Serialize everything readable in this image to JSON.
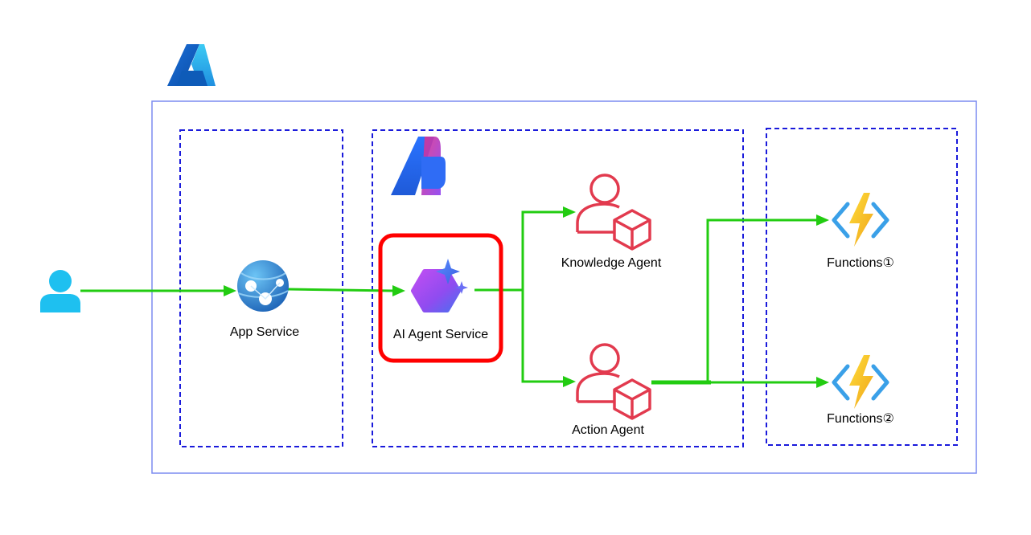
{
  "colors": {
    "azure_boundary": "#7b8cf0",
    "group_dash": "#1a1adb",
    "arrow": "#22cc11",
    "highlight": "#ff0000",
    "agent_icon": "#e23a4e",
    "user_icon": "#1ec0f0"
  },
  "icons": {
    "azure_logo": "azure-logo",
    "foundry_logo": "ai-foundry-logo",
    "user": "user-icon",
    "app_service": "app-service-icon",
    "ai_agent_service": "ai-agent-service-icon",
    "agent": "agent-icon",
    "functions": "azure-functions-icon"
  },
  "nodes": {
    "app_service": {
      "label": "App Service"
    },
    "ai_agent_service": {
      "label": "AI Agent Service"
    },
    "knowledge_agent": {
      "label": "Knowledge Agent"
    },
    "action_agent": {
      "label": "Action Agent"
    },
    "functions_1": {
      "label": "Functions①"
    },
    "functions_2": {
      "label": "Functions②"
    }
  },
  "edges": [
    {
      "from": "user",
      "to": "app_service"
    },
    {
      "from": "app_service",
      "to": "ai_agent_service"
    },
    {
      "from": "ai_agent_service",
      "to": "knowledge_agent"
    },
    {
      "from": "ai_agent_service",
      "to": "action_agent"
    },
    {
      "from": "action_agent",
      "to": "functions_1"
    },
    {
      "from": "action_agent",
      "to": "functions_2"
    }
  ]
}
